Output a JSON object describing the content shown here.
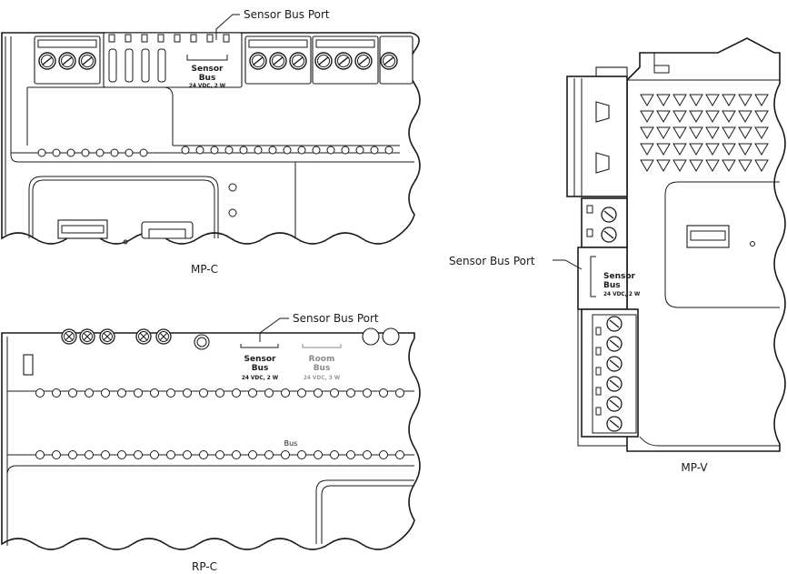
{
  "callout_label": "Sensor Bus Port",
  "mpc": {
    "caption": "MP-C",
    "port_line1": "Sensor",
    "port_line2": "Bus",
    "port_spec": "24 VDC, 2 W"
  },
  "rpc": {
    "caption": "RP-C",
    "sensor_line1": "Sensor",
    "sensor_line2": "Bus",
    "sensor_spec": "24 VDC, 2 W",
    "room_line1": "Room",
    "room_line2": "Bus",
    "room_spec": "24 VDC, 3 W",
    "bus_label": "Bus"
  },
  "mpv": {
    "caption": "MP-V",
    "port_line1": "Sensor",
    "port_line2": "Bus",
    "port_spec": "24 VDC, 2 W"
  }
}
